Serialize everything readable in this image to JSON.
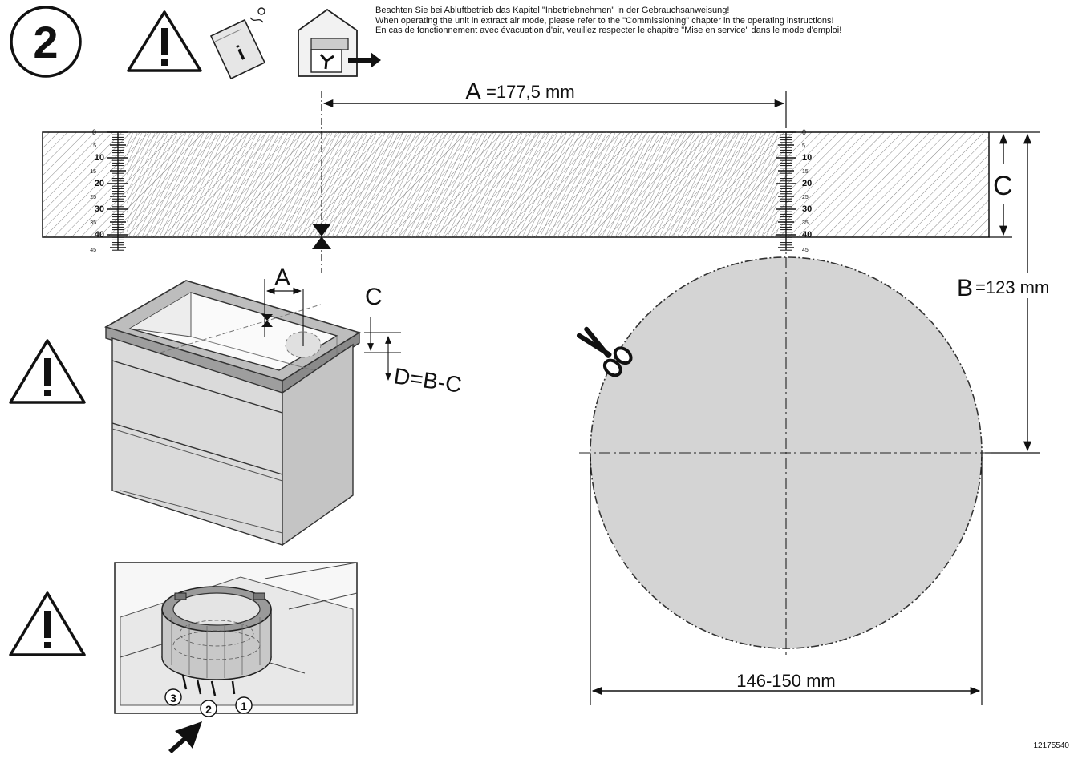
{
  "step": {
    "number": "2"
  },
  "notes": {
    "de": "Beachten Sie bei Abluftbetrieb das Kapitel \"Inbetriebnehmen\" in der Gebrauchsanweisung!",
    "en": "When operating the unit in extract air mode, please refer to the \"Commissioning\" chapter in the operating instructions!",
    "fr": "En cas de fonctionnement avec évacuation d'air, veuillez respecter le chapitre \"Mise en service\" dans le mode d'emploi!"
  },
  "dimensions": {
    "a_letter": "A",
    "a_value": "=177,5 mm",
    "b_letter": "B",
    "b_value": "=123 mm",
    "c_letter": "C",
    "d_formula": "D=B-C",
    "diameter": "146-150 mm"
  },
  "scale": {
    "major_labels": [
      "0",
      "10",
      "20",
      "30",
      "40"
    ],
    "minor_labels": [
      "5",
      "15",
      "25",
      "35",
      "45"
    ]
  },
  "callouts": [
    "3",
    "2",
    "1"
  ],
  "document_number": "12175540",
  "icons": [
    "warning-triangle-icon",
    "instruction-booklet-icon",
    "extract-air-house-icon",
    "scissors-icon",
    "push-arrow-icon"
  ]
}
